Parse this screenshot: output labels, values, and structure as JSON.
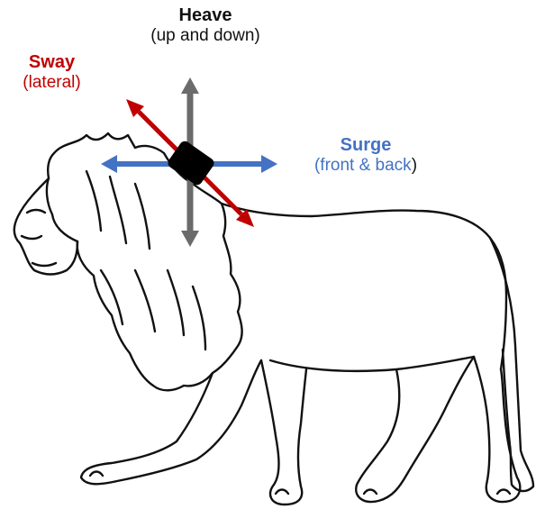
{
  "labels": {
    "heave": {
      "title": "Heave",
      "subtitle": "(up and down)"
    },
    "sway": {
      "title": "Sway",
      "subtitle": "(lateral)"
    },
    "surge": {
      "title": "Surge",
      "subtitle": "(front & back",
      "subtitle_close": ")"
    }
  },
  "colors": {
    "heave": "#6b6b6b",
    "sway": "#c00000",
    "surge": "#4472c4",
    "collar": "#000000",
    "outline": "#111111"
  },
  "icons": {
    "animal": "lion-outline",
    "device": "collar-sensor"
  }
}
